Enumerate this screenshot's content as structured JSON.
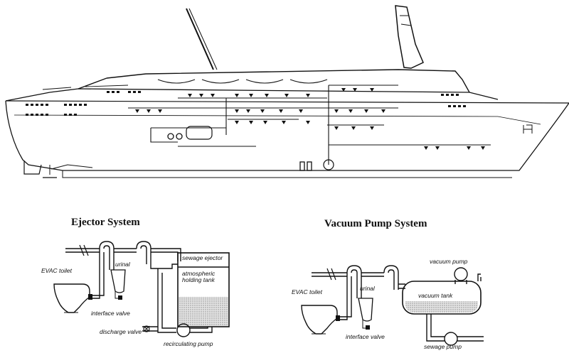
{
  "ejector": {
    "title": "Ejector System",
    "labels": {
      "evac_toilet": "EVAC toilet",
      "urinal": "urinal",
      "interface_valve": "interface valve",
      "discharge_valve": "discharge valve",
      "sewage_ejector": "sewage ejector",
      "holding_tank_l1": "atmospheric",
      "holding_tank_l2": "holding tank",
      "recirculating_pump": "recirculating pump"
    }
  },
  "vacuum": {
    "title": "Vacuum Pump System",
    "labels": {
      "evac_toilet": "EVAC toilet",
      "urinal": "urinal",
      "interface_valve": "interface valve",
      "vacuum_pump": "vacuum pump",
      "vacuum_tank": "vacuum tank",
      "sewage_pump": "sewage pump"
    }
  },
  "colors": {
    "ink": "#111111",
    "paper": "#ffffff",
    "liquid": "#cfcfcf"
  }
}
